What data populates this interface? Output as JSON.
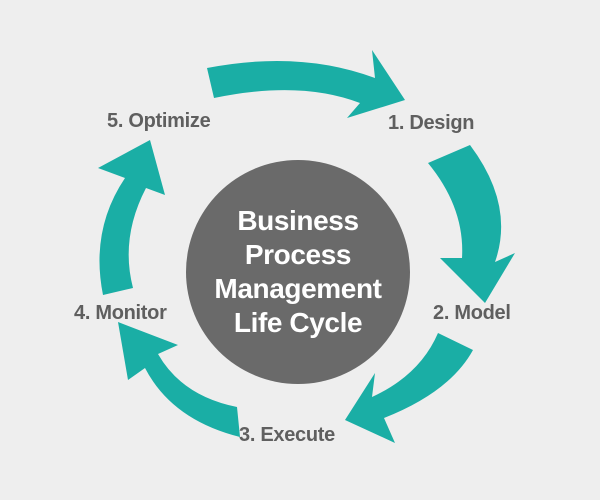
{
  "diagram": {
    "center_title_lines": [
      "Business",
      "Process",
      "Management",
      "Life Cycle"
    ],
    "stages": [
      {
        "label": "1. Design"
      },
      {
        "label": "2. Model"
      },
      {
        "label": "3. Execute"
      },
      {
        "label": "4. Monitor"
      },
      {
        "label": "5. Optimize"
      }
    ],
    "colors": {
      "background": "#eeeeee",
      "arrow": "#1aaea5",
      "circle": "#6a6a6a",
      "label_text": "#5f5f5f",
      "center_text": "#ffffff"
    }
  }
}
